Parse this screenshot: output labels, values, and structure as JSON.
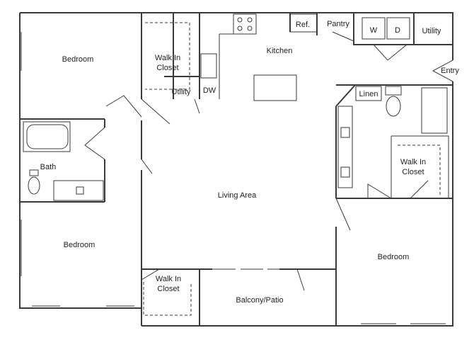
{
  "title": "Floor plan",
  "rooms": {
    "bedroom_top_left": "Bedroom",
    "walk_in_closet_top_line1": "Walk In",
    "walk_in_closet_top_line2": "Closet",
    "utility_left": "Utility",
    "dishwasher": "DW",
    "kitchen": "Kitchen",
    "refrigerator": "Ref.",
    "pantry": "Pantry",
    "washer": "W",
    "dryer": "D",
    "utility_right": "Utility",
    "entry": "Entry",
    "linen": "Linen",
    "bath": "Bath",
    "living_area": "Living Area",
    "walk_in_closet_right_line1": "Walk In",
    "walk_in_closet_right_line2": "Closet",
    "bedroom_bottom_left": "Bedroom",
    "bedroom_right": "Bedroom",
    "walk_in_closet_bottom_line1": "Walk In",
    "walk_in_closet_bottom_line2": "Closet",
    "balcony": "Balcony/Patio"
  }
}
